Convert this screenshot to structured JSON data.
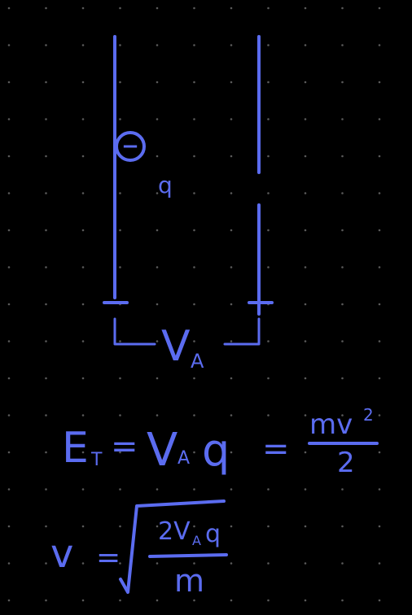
{
  "background_color": "#000000",
  "dot_color": "#5a5a5a",
  "ink_color": "#5b6cf0",
  "labels": {
    "charge_symbol": "−",
    "charge_name": "q",
    "minus_terminal": "−",
    "plus_terminal": "+",
    "voltage": "V",
    "voltage_sub": "A"
  },
  "equations": {
    "energy": {
      "lhs": "E",
      "lhs_sub": "T",
      "eq1": "=",
      "mid": "V",
      "mid_sub": "A",
      "mid_q": "q",
      "eq2": "=",
      "numerator": "mv",
      "numerator_sup": "2",
      "denominator": "2"
    },
    "velocity": {
      "lhs": "v",
      "eq": "=",
      "numerator": "2V",
      "numerator_sub": "A",
      "numerator_q": "q",
      "denominator": "m"
    }
  }
}
